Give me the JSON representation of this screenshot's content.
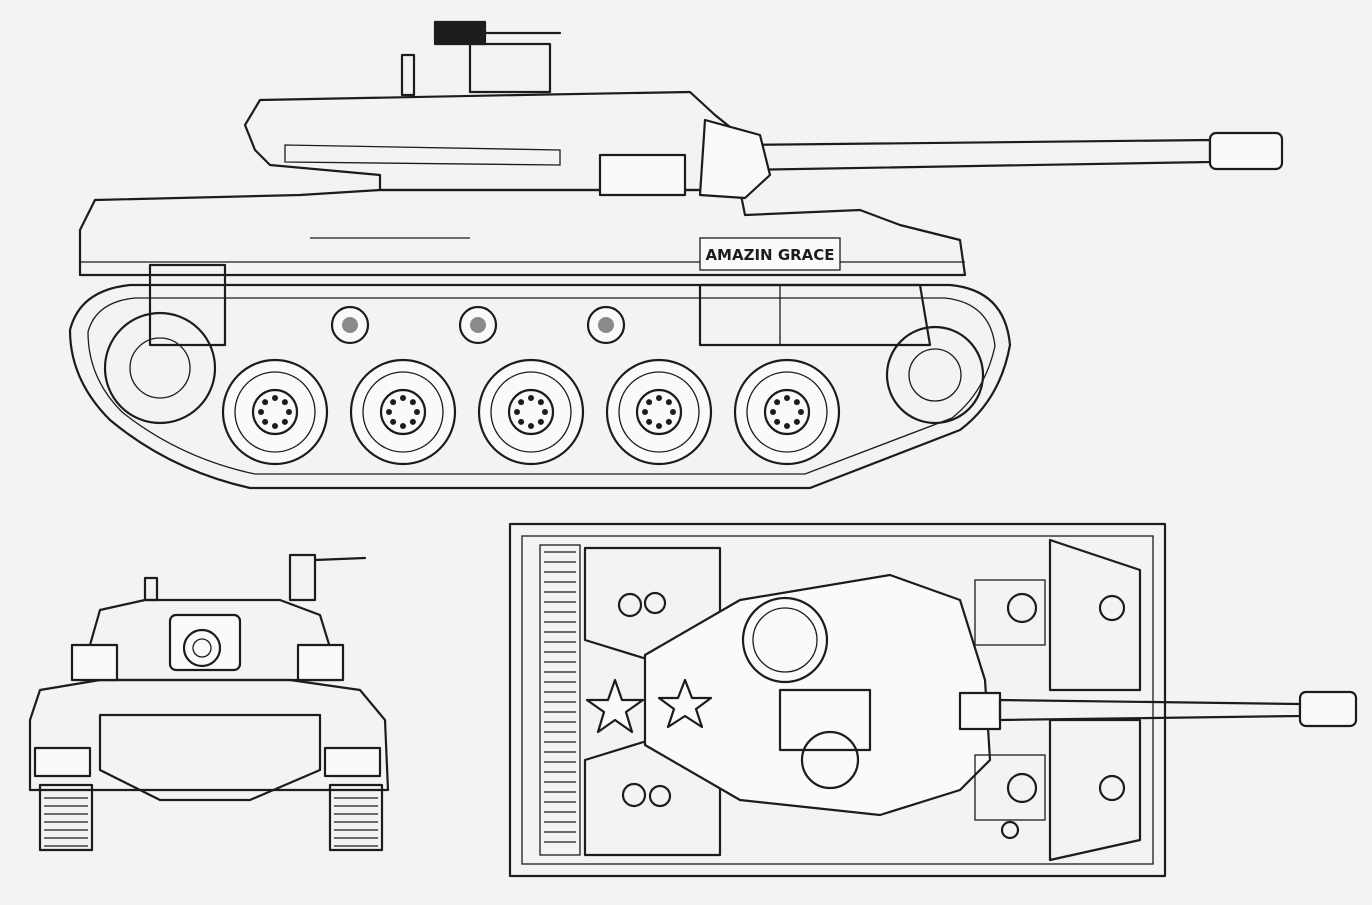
{
  "drawing": {
    "background": "#f3f3f1",
    "ink": "#1c1c1c",
    "side_view": {
      "hull_name": "AMAZIN GRACE",
      "road_wheels": 5,
      "return_rollers": 3
    },
    "front_view": {},
    "top_view": {
      "markings": [
        "star",
        "star"
      ]
    }
  }
}
